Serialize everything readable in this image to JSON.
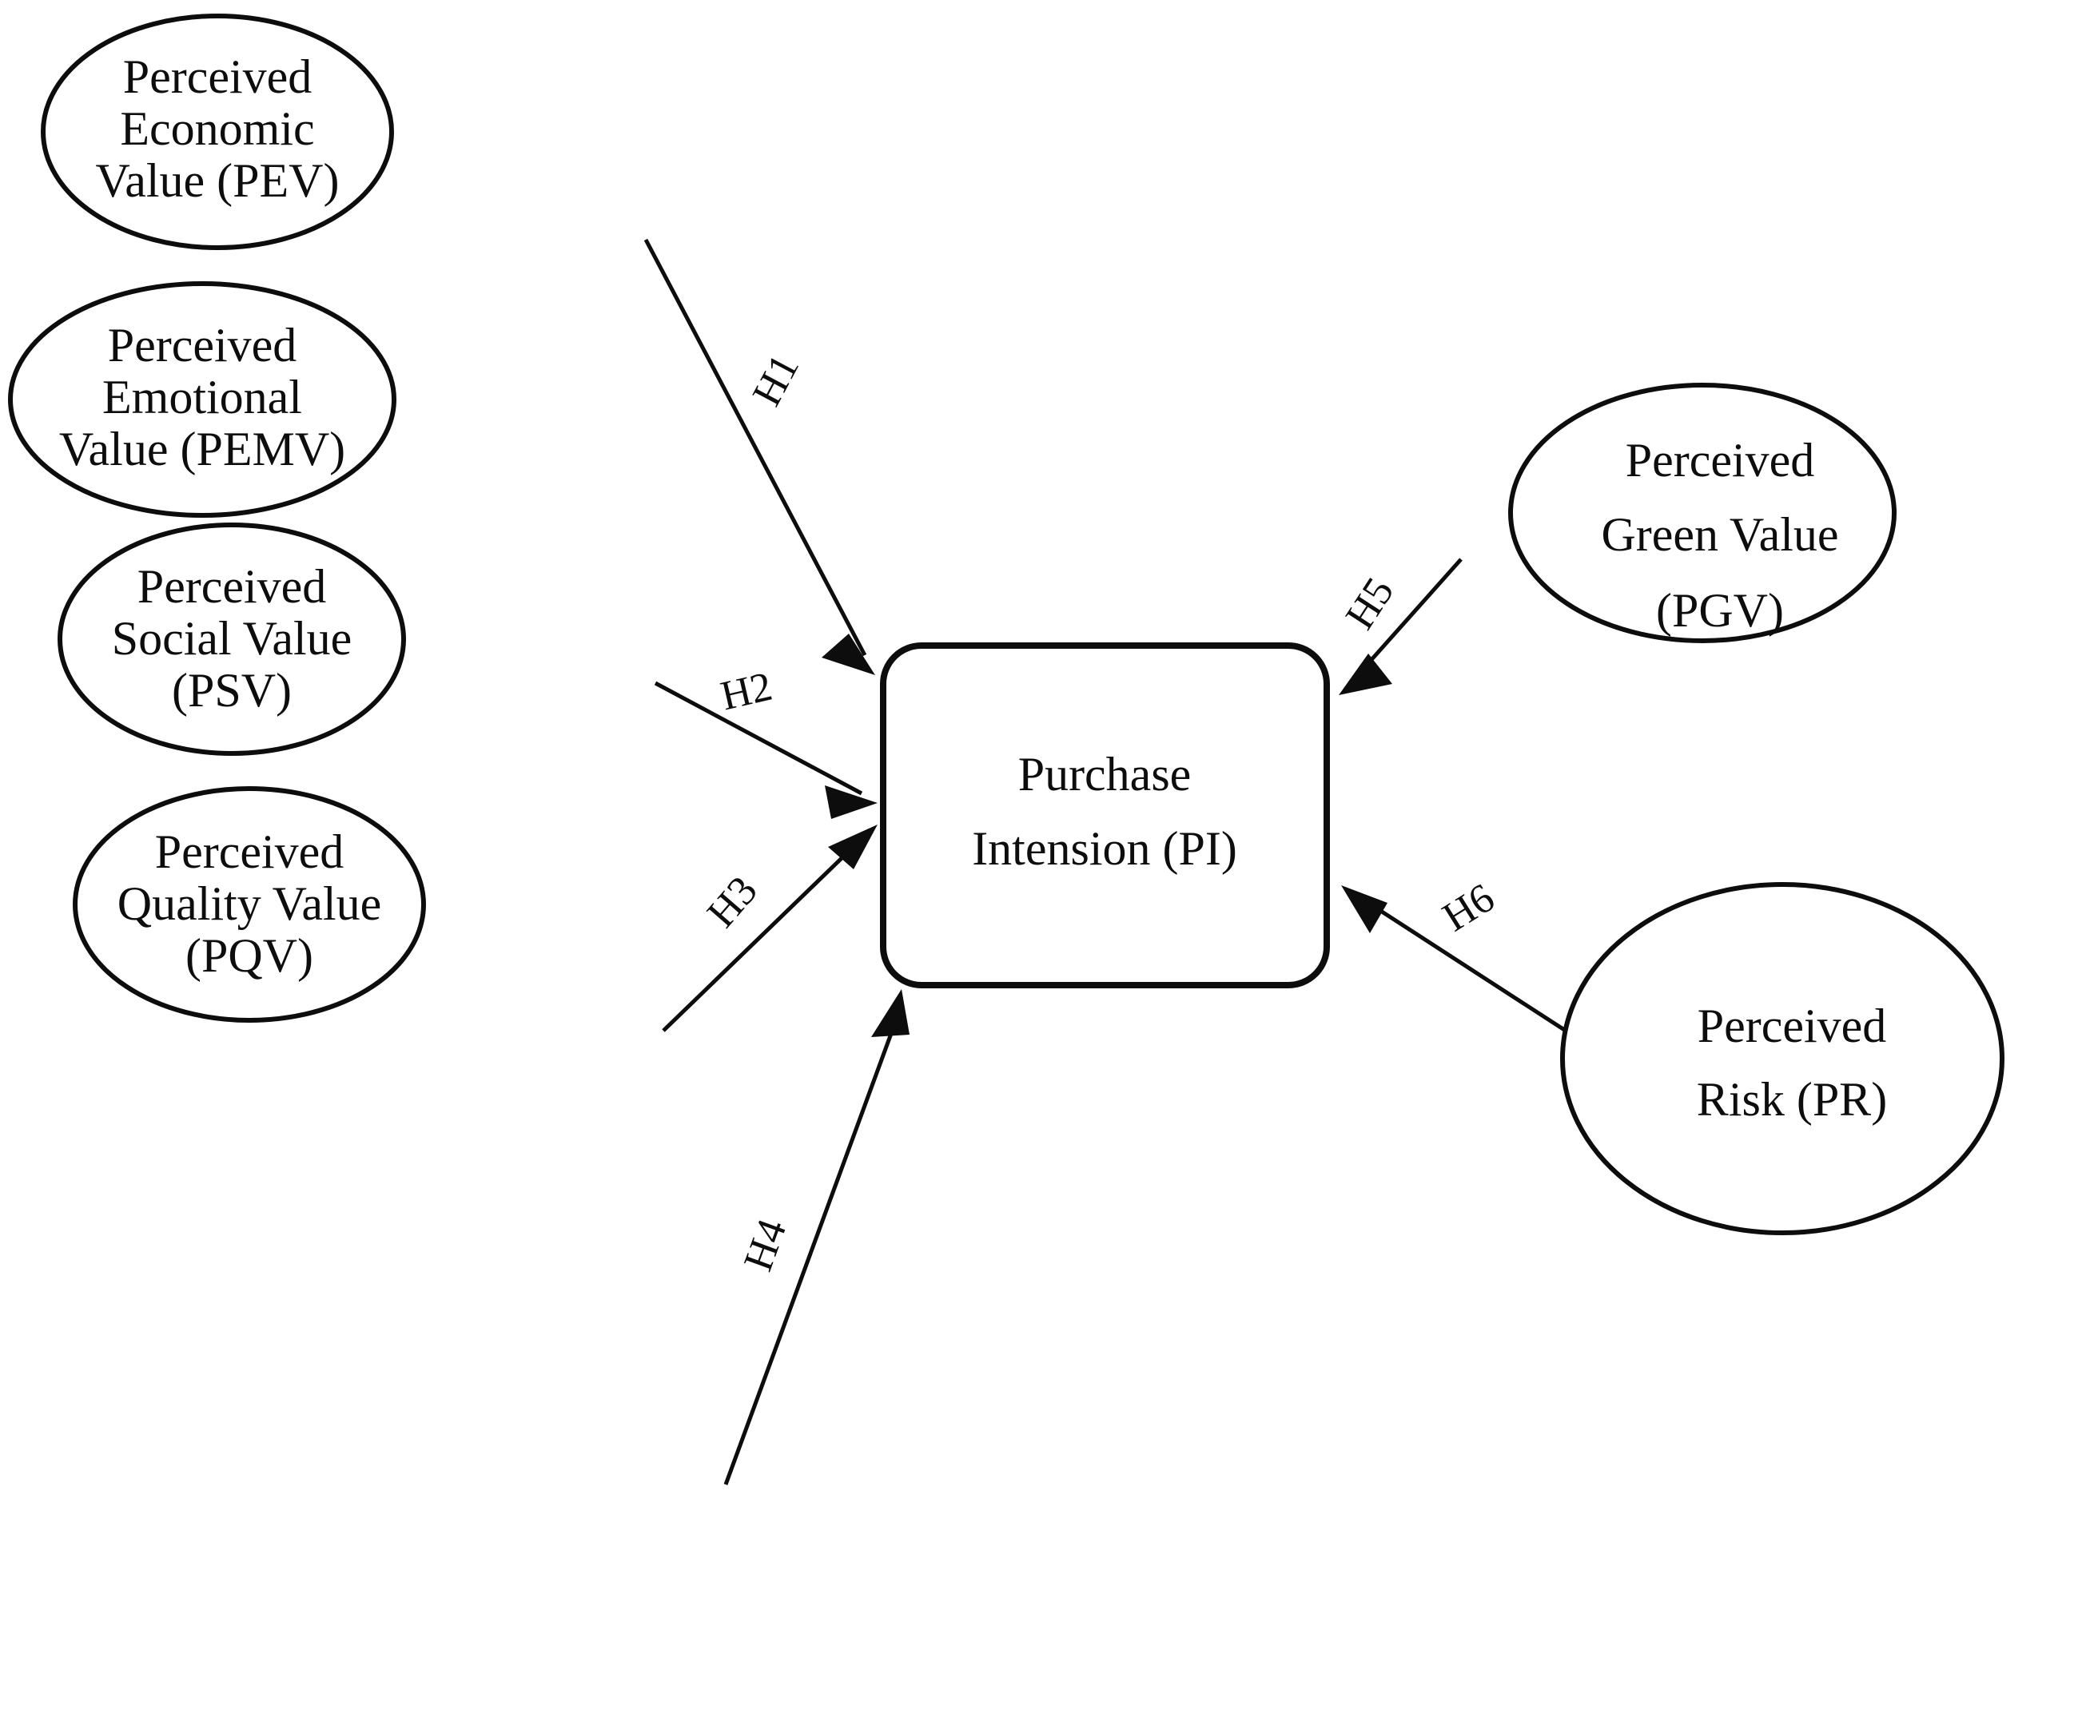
{
  "diagram": {
    "type": "conceptual-research-model",
    "background_color": "#ffffff",
    "stroke_color": "#0d0d0d",
    "center": {
      "id": "PI",
      "shape": "rounded-rectangle",
      "lines": [
        "Purchase",
        "Intension (PI)"
      ],
      "full_label": "Purchase Intension (PI)"
    },
    "nodes": [
      {
        "id": "PEV",
        "shape": "ellipse",
        "side": "left",
        "lines": [
          "Perceived",
          "Economic",
          "Value (PEV)"
        ],
        "full_label": "Perceived Economic Value (PEV)"
      },
      {
        "id": "PEMV",
        "shape": "ellipse",
        "side": "left",
        "lines": [
          "Perceived",
          "Emotional",
          "Value (PEMV)"
        ],
        "full_label": "Perceived Emotional Value (PEMV)"
      },
      {
        "id": "PSV",
        "shape": "ellipse",
        "side": "left",
        "lines": [
          "Perceived",
          "Social Value",
          "(PSV)"
        ],
        "full_label": "Perceived Social Value (PSV)"
      },
      {
        "id": "PQV",
        "shape": "ellipse",
        "side": "left",
        "lines": [
          "Perceived",
          "Quality Value",
          "(PQV)"
        ],
        "full_label": "Perceived Quality Value (PQV)"
      },
      {
        "id": "PGV",
        "shape": "ellipse",
        "side": "right",
        "lines": [
          "Perceived",
          "Green Value",
          "(PGV)"
        ],
        "full_label": "Perceived Green Value (PGV)"
      },
      {
        "id": "PR",
        "shape": "ellipse",
        "side": "right",
        "lines": [
          "Perceived",
          "Risk (PR)"
        ],
        "full_label": "Perceived Risk (PR)"
      }
    ],
    "edges": [
      {
        "id": "H1",
        "label": "H1",
        "from": "PEV",
        "to": "PI",
        "direction": "to-center"
      },
      {
        "id": "H2",
        "label": "H2",
        "from": "PEMV",
        "to": "PI",
        "direction": "to-center"
      },
      {
        "id": "H3",
        "label": "H3",
        "from": "PSV",
        "to": "PI",
        "direction": "to-center"
      },
      {
        "id": "H4",
        "label": "H4",
        "from": "PQV",
        "to": "PI",
        "direction": "to-center"
      },
      {
        "id": "H5",
        "label": "H5",
        "from": "PGV",
        "to": "PI",
        "direction": "to-center"
      },
      {
        "id": "H6",
        "label": "H6",
        "from": "PR",
        "to": "PI",
        "direction": "to-center"
      }
    ]
  }
}
